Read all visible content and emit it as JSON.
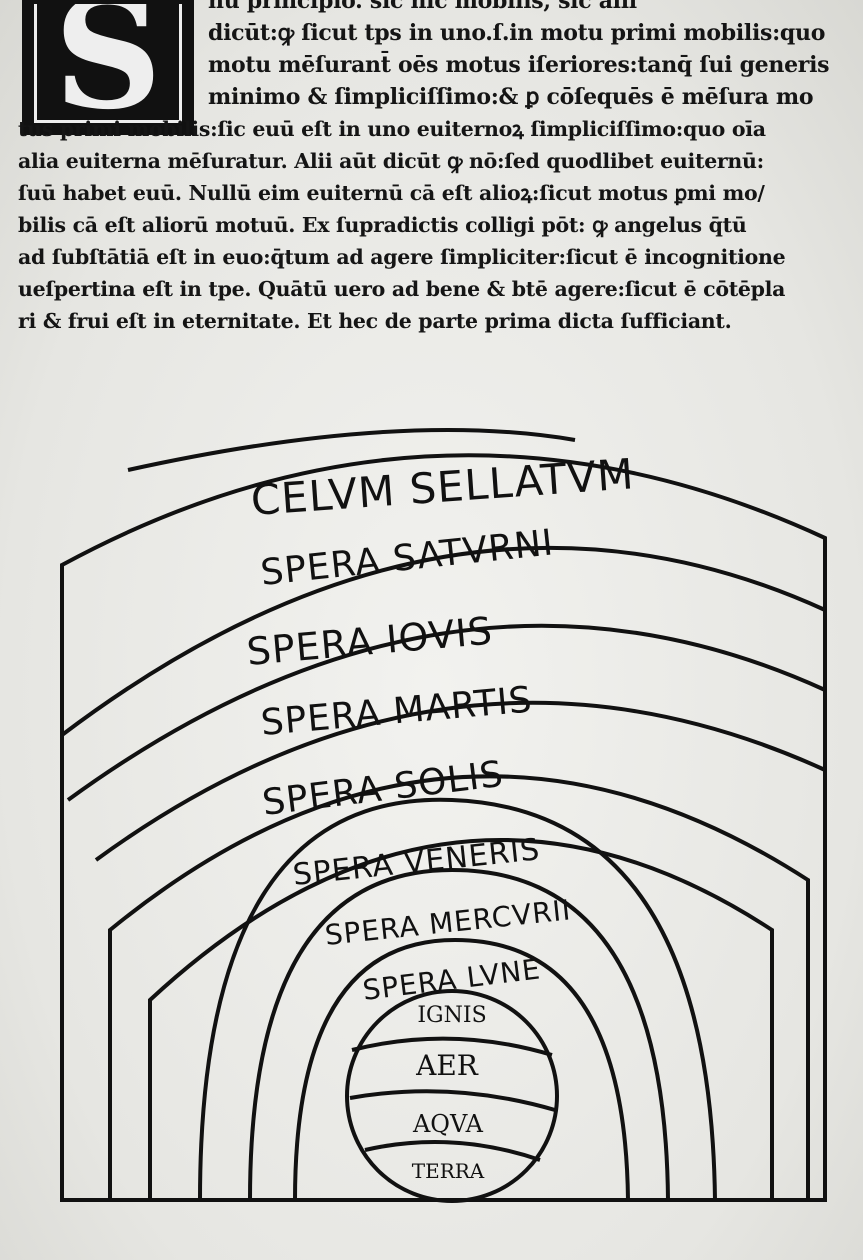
{
  "text": {
    "initial": "S",
    "lines": [
      "nu principio. sic hic mobilis, sic alii",
      "dicūt:ꝙ ſicut tps in uno.ſ.in motu primi mobilis:quo",
      "motu mēſurant̄ oēs motus iſeriores:tanq̄ ſui generis",
      "minimo & ſimpliciſſimo:& ꝑ cōſequēs ē mēſura mo",
      "tus primi mobilis:ſic euū eſt in uno euiternoꝝ ſimpliciſſimo:quo oīa",
      "alia euiterna mēſuratur. Alii aūt dicūt ꝙ nō:ſed quodlibet euiternū:",
      "ſuū habet euū. Nullū eim euiternū cā eſt alioꝝ:ſicut motus ꝑmi mo/",
      "bilis cā eſt aliorū motuū. Ex ſupradictis colligi pōt: ꝙ angelus q̄tū",
      "ad ſubſtātiā eſt in euo:q̄tum ad agere ſimpliciter:ſicut ē incognitione",
      "ueſpertina eſt in tpe. Quātū uero ad bene & btē agere:ſicut ē cōtēpla",
      "ri & frui eſt in eternitate. Et hec de parte prima dicta ſufficiant."
    ]
  },
  "diagram": {
    "spheres": [
      "CELVM SELLATVM",
      "SPERA SATVRNI",
      "SPERA IOVIS",
      "SPERA MARTIS",
      "SPERA SOLIS",
      "SPERA VENERIS",
      "SPERA MERCVRII",
      "SPERA LVNE"
    ],
    "elements": [
      "IGNIS",
      "AER",
      "AQVA",
      "TERRA"
    ]
  }
}
